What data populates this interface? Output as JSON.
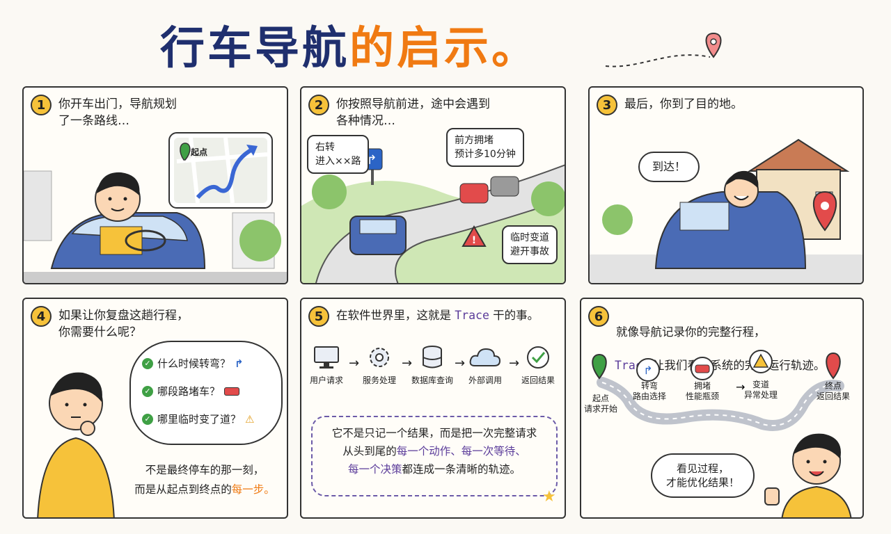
{
  "title": {
    "main": "行车导航",
    "accent": "的启示。"
  },
  "panels": {
    "p1": {
      "num": "1",
      "caption": "你开车出门，导航规划\n了一条路线…",
      "map_label": "起点"
    },
    "p2": {
      "num": "2",
      "caption": "你按照导航前进，途中会遇到\n各种情况…",
      "bubble_turn": "右转\n进入××路",
      "bubble_jam": "前方拥堵\n预计多10分钟",
      "bubble_detour": "临时变道\n避开事故"
    },
    "p3": {
      "num": "3",
      "caption": "最后，你到了目的地。",
      "bubble": "到达！"
    },
    "p4": {
      "num": "4",
      "caption": "如果让你复盘这趟行程，\n你需要什么呢？",
      "questions": [
        "什么时候转弯？",
        "哪段路堵车？",
        "哪里临时变了道？"
      ],
      "conclusion_line1": "不是最终停车的那一刻，",
      "conclusion_line2_prefix": "而是从起点到终点的",
      "conclusion_line2_accent": "每一步。"
    },
    "p5": {
      "num": "5",
      "caption_prefix": "在软件世界里，这就是 ",
      "caption_trace": "Trace",
      "caption_suffix": " 干的事。",
      "flow": [
        "用户请求",
        "服务处理",
        "数据库查询",
        "外部调用",
        "返回结果"
      ],
      "box_line1": "它不是只记一个结果，而是把一次完整请求",
      "box_line2_prefix": "从头到尾的",
      "box_line2_accent": "每一个动作、每一次等待、",
      "box_line3_accent": "每一个决策",
      "box_line3_suffix": "都连成一条清晰的轨迹。"
    },
    "p6": {
      "num": "6",
      "caption_line1": "就像导航记录你的完整行程，",
      "caption_trace": "Trace",
      "caption_line2": " 让我们看见系统的完整运行轨迹。",
      "nodes": [
        "起点\n请求开始",
        "转弯\n路由选择",
        "拥堵\n性能瓶颈",
        "变道\n异常处理",
        "终点\n返回结果"
      ],
      "bubble": "看见过程，\n才能优化结果！"
    }
  },
  "colors": {
    "navy": "#1f2f6e",
    "orange": "#f07a12",
    "purple": "#5b3c9a",
    "badge": "#f6c23a",
    "car": "#4a6bb5"
  }
}
